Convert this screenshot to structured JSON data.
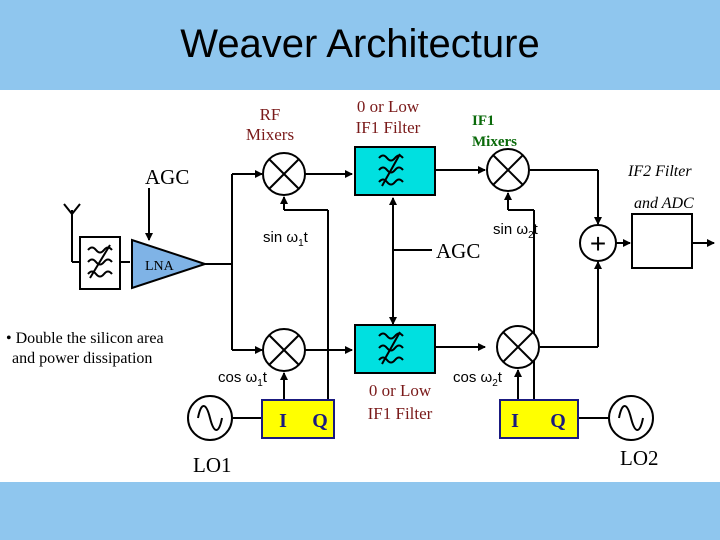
{
  "slide": {
    "title": "Weaver Architecture"
  },
  "labels": {
    "rf_mixers_1": "RF",
    "rf_mixers_2": "Mixers",
    "if1_filter_top_1": "0 or Low",
    "if1_filter_top_2": "IF1 Filter",
    "if1_mixers_1": "IF1",
    "if1_mixers_2": "Mixers",
    "if2_filter_1": "IF2 Filter",
    "if2_filter_2": "and ADC",
    "agc_top": "AGC",
    "agc_mid": "AGC",
    "lna": "LNA",
    "sin1_pre": "sin ω",
    "sin1_sub": "1",
    "sin1_post": "t",
    "sin2_pre": "sin ω",
    "sin2_sub": "2",
    "sin2_post": "t",
    "cos1_pre": "cos ω",
    "cos1_sub": "1",
    "cos1_post": "t",
    "cos2_pre": "cos ω",
    "cos2_sub": "2",
    "cos2_post": "t",
    "if1_filter_bottom_1": "0 or Low",
    "if1_filter_bottom_2": "IF1 Filter",
    "iq1_i": "I",
    "iq1_q": "Q",
    "iq2_i": "I",
    "iq2_q": "Q",
    "lo1": "LO1",
    "lo2": "LO2",
    "summer": "+",
    "note_1": "• Double the silicon area",
    "note_2": "and power dissipation"
  },
  "colors": {
    "background": "#8fc6ee",
    "panel": "#ffffff",
    "filter_fill": "#00e0e0",
    "lna_fill": "#7fb3e6",
    "iq_fill": "#ffff00",
    "iq_border": "#1a1a80",
    "rf_label": "#7a1a1a",
    "if1_label": "#0a6a0a",
    "line": "#000000"
  }
}
